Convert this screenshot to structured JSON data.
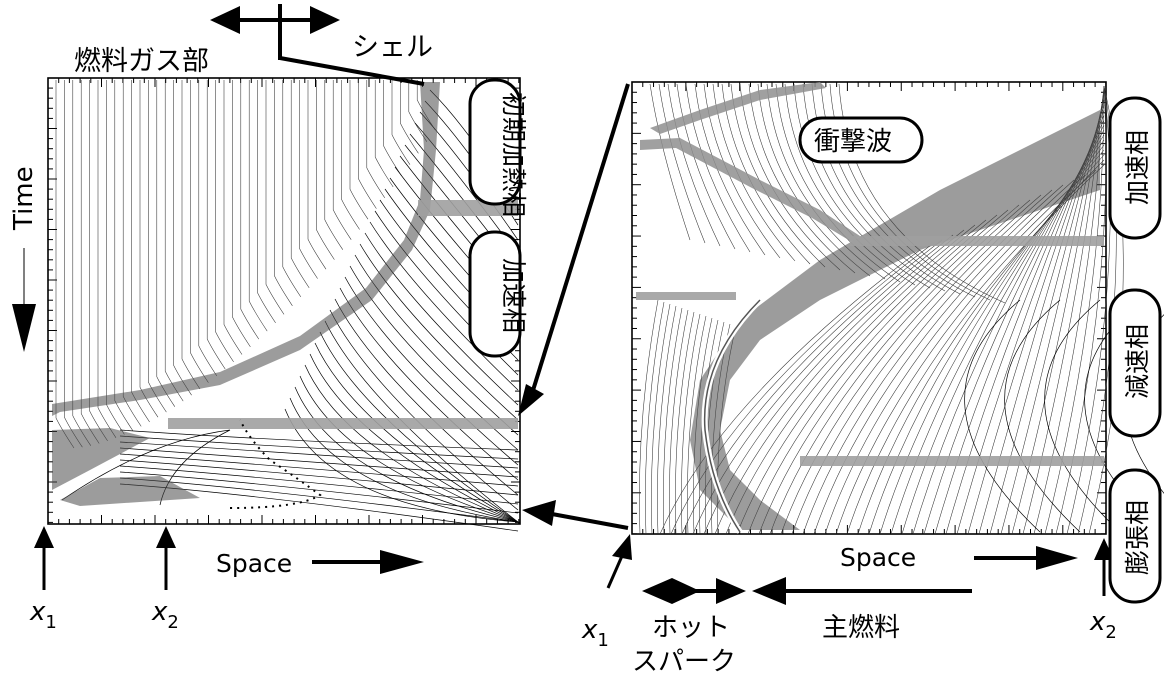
{
  "left_panel": {
    "label_fuel": "燃料ガス部",
    "label_shell": "シェル",
    "label_time": "Time",
    "label_space": "Space",
    "label_x1": "x",
    "label_x1_sub": "1",
    "label_x2": "x",
    "label_x2_sub": "2",
    "phase_initial_heating": "初期加熱相",
    "phase_acceleration": "加速相"
  },
  "right_panel": {
    "label_shock": "衝撃波",
    "label_space": "Space",
    "label_x1": "x",
    "label_x1_sub": "1",
    "label_x2": "x",
    "label_x2_sub": "2",
    "phase_acceleration": "加速相",
    "phase_deceleration": "減速相",
    "phase_expansion": "膨張相",
    "label_hotspot_line1": "ホット",
    "label_hotspot_line2": "スパーク",
    "label_main_fuel": "主燃料"
  }
}
